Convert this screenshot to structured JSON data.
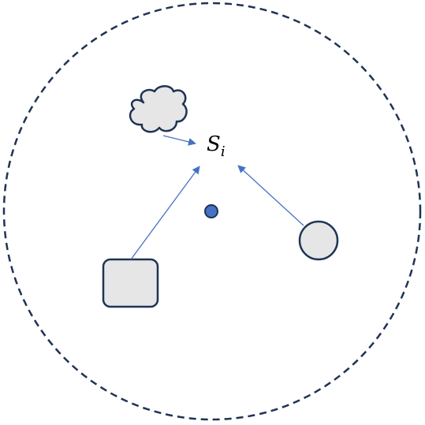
{
  "diagram": {
    "label": {
      "base": "S",
      "subscript": "i"
    },
    "colors": {
      "boundary": "#1f3354",
      "shape_fill": "#e6e6e6",
      "shape_stroke": "#1f3354",
      "arrow": "#4472c4",
      "center_dot": "#4472c4"
    },
    "elements": [
      {
        "name": "boundary-circle",
        "kind": "dashed-circle"
      },
      {
        "name": "cloud-shape",
        "kind": "cloud",
        "arrow_to": "S_i"
      },
      {
        "name": "rounded-square-shape",
        "kind": "rounded-square",
        "arrow_to": "S_i"
      },
      {
        "name": "circle-shape",
        "kind": "circle",
        "arrow_to": "S_i"
      },
      {
        "name": "center-dot",
        "kind": "dot"
      }
    ]
  }
}
